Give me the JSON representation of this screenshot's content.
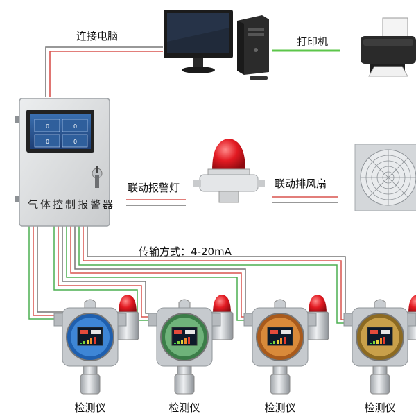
{
  "labels": {
    "computer": "连接电脑",
    "printer": "打印机",
    "alarm_light": "联动报警灯",
    "fan": "联动排风扇",
    "transmission": "传输方式：4-20mA"
  },
  "controller": {
    "title": "气体控制报警器"
  },
  "detectors": [
    {
      "label": "检测仪",
      "face": "blue"
    },
    {
      "label": "检测仪",
      "face": "green"
    },
    {
      "label": "检测仪",
      "face": "orange"
    },
    {
      "label": "检测仪",
      "face": "brass"
    }
  ],
  "colors": {
    "wire_red": "#d9534f",
    "wire_green": "#4caf50",
    "wire_dark": "#555555",
    "printer_link": "#5cc64a",
    "cabinet": "#d9dadb",
    "beacon_red": "#e21a22"
  }
}
